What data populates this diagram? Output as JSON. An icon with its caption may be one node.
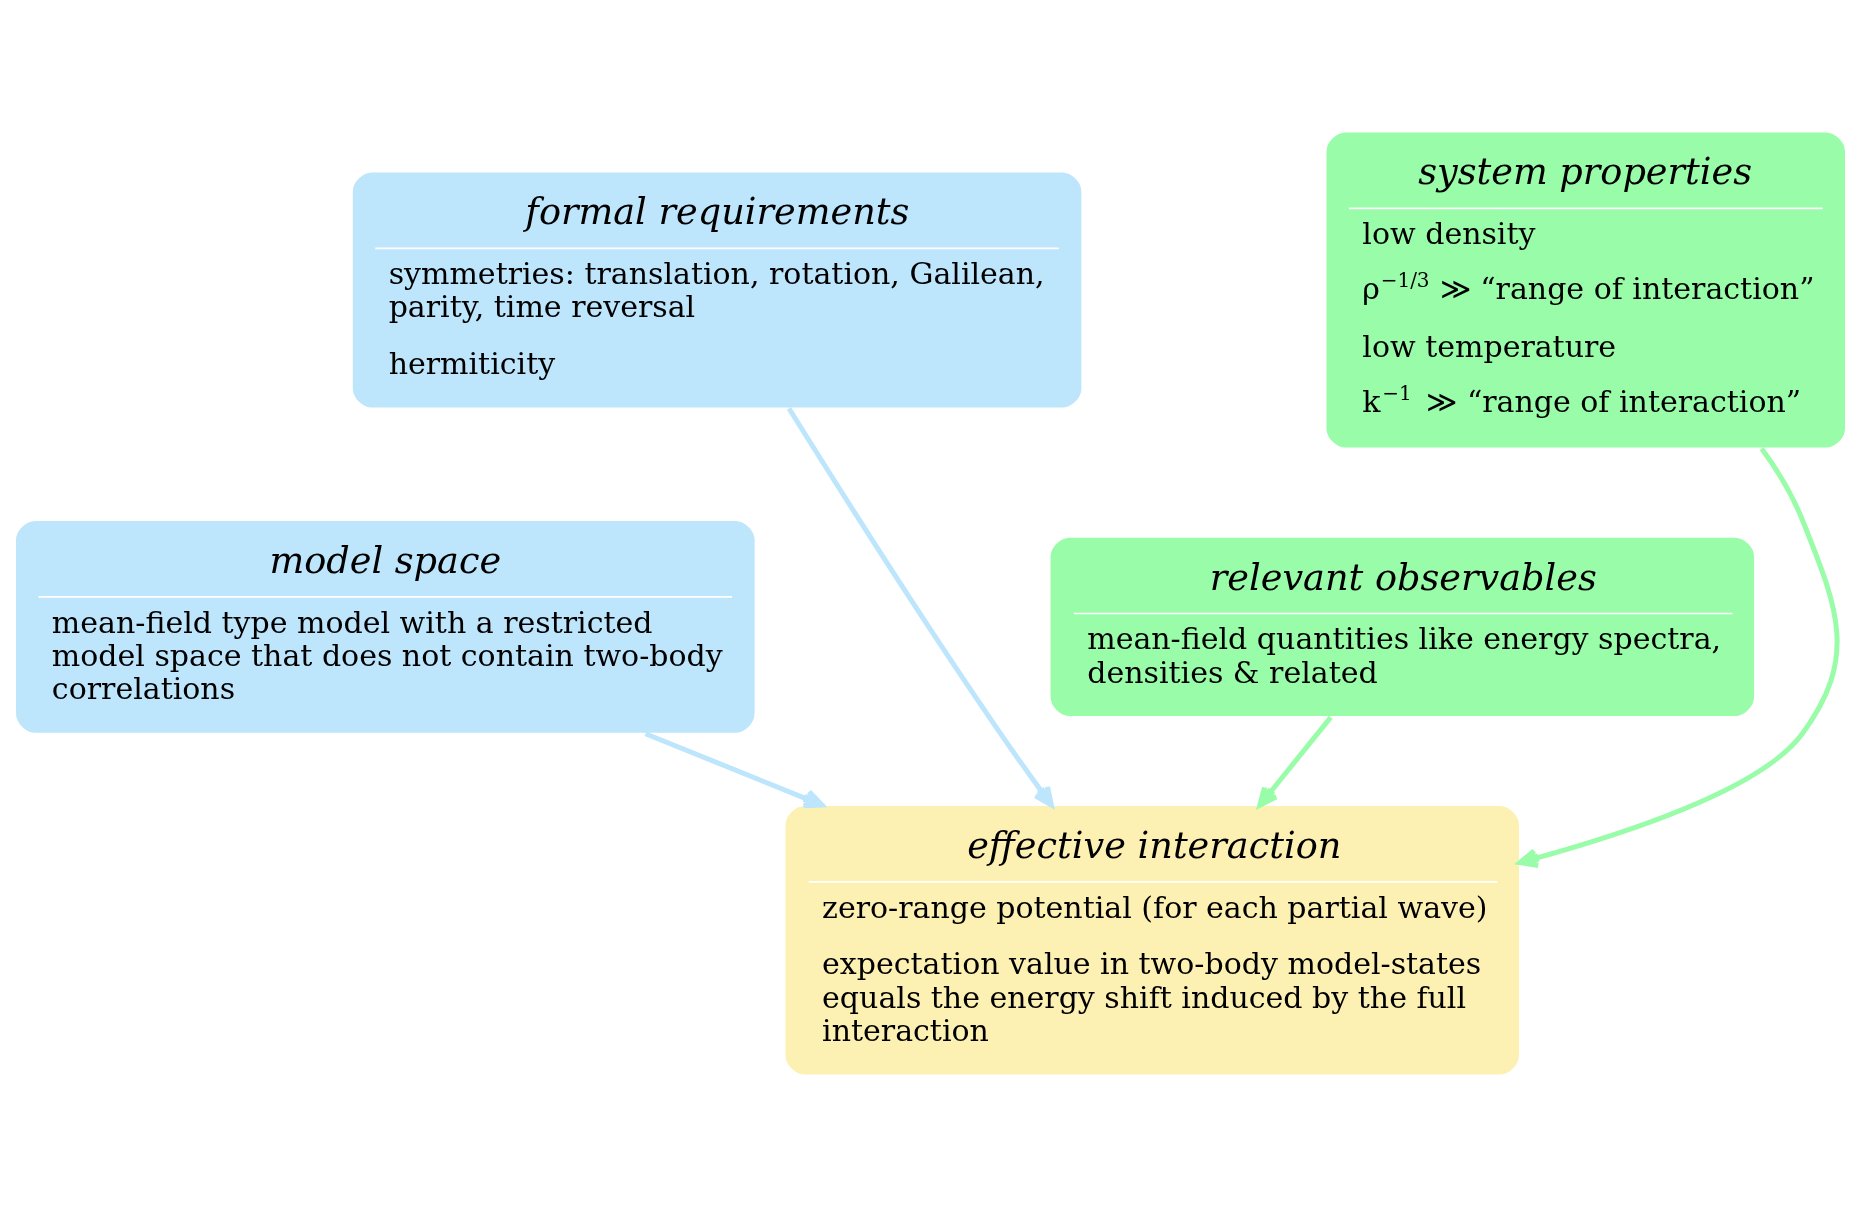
{
  "diagram": {
    "nodes": [
      {
        "text": [
          "formal requirements",
          "symmetries: translation, rotation, Galilean, parity, time reversal",
          "hermiticity"
        ]
      },
      {
        "text": [
          "system properties",
          "low density",
          "ρ$^{−1/3}$ ≫ “range of interaction”",
          "low temperature",
          "k$^{−1}$ ≫ “range of interaction”"
        ]
      },
      {
        "text": [
          "model space",
          "mean-field type model with a restricted model space that does not contain two-body correlations"
        ]
      },
      {
        "text": [
          "relevant observables",
          "mean-field quantities like energy spectra, densities & related"
        ]
      },
      {
        "text": [
          "effective interaction",
          "zero-range potential (for each partial wave)",
          "expectation value in two-body model-states equals the energy shift induced by the full interaction"
        ]
      }
    ],
    "edges": [
      {
        "from": 0,
        "to": 4,
        "arrow": "to",
        "color": "#bde5fb"
      },
      {
        "from": 2,
        "to": 4,
        "arrow": "to",
        "color": "#bde5fb"
      },
      {
        "from": 1,
        "to": 4,
        "arrow": "to",
        "color": "#99fca8"
      },
      {
        "from": 3,
        "to": 4,
        "arrow": "to",
        "color": "#99fca8"
      }
    ]
  }
}
